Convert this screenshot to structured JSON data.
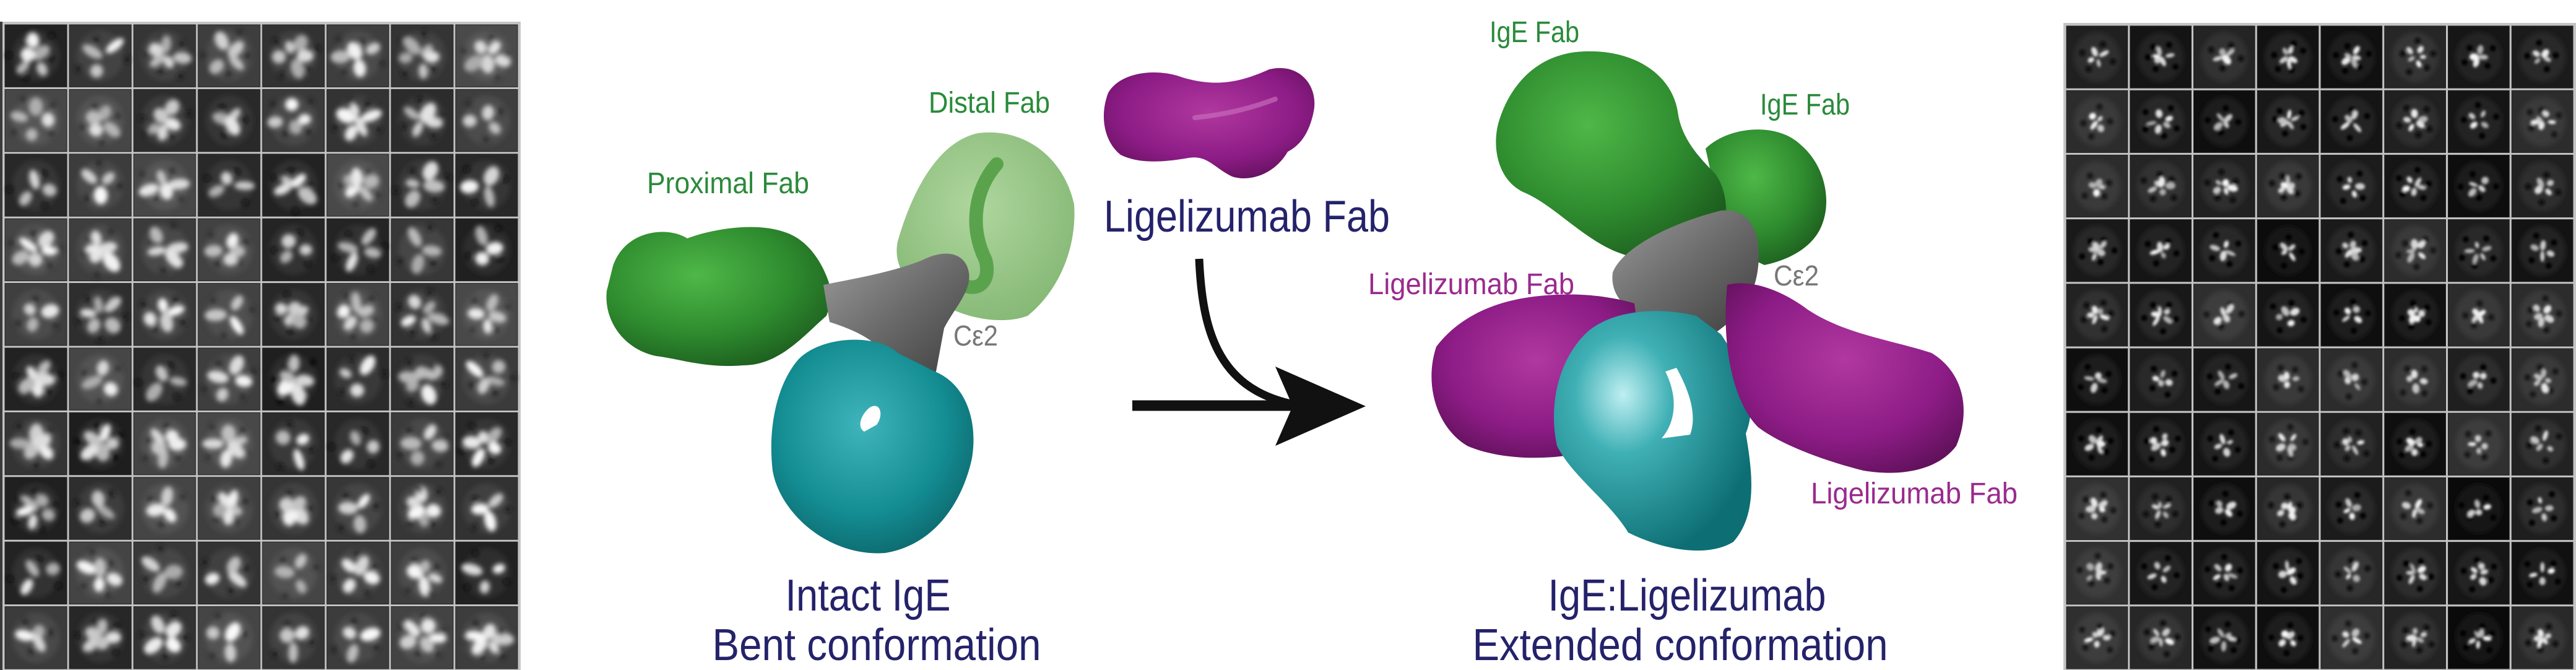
{
  "colors": {
    "fab_green": "#2e8b2e",
    "distal_green": "#8fc27e",
    "label_green": "#2a8a3a",
    "ligelizumab_purple": "#8d1c86",
    "label_magenta": "#9a2a8e",
    "ce2_gray": "#6e6e6e",
    "fc_teal": "#138c92",
    "title_navy": "#25226b",
    "arrow": "#111111"
  },
  "grids": {
    "left": {
      "rows": 10,
      "cols": 8
    },
    "right": {
      "rows": 10,
      "cols": 8
    }
  },
  "intact": {
    "proximal_fab": "Proximal Fab",
    "distal_fab": "Distal Fab",
    "ce2": "Cε2",
    "title_line1": "Intact IgE",
    "title_line2": "Bent conformation"
  },
  "ligand": {
    "label": "Ligelizumab Fab"
  },
  "complex": {
    "ige_fab_1": "IgE Fab",
    "ige_fab_2": "IgE Fab",
    "lig_fab_left": "Ligelizumab Fab",
    "lig_fab_right": "Ligelizumab Fab",
    "ce2": "Cε2",
    "title_line1": "IgE:Ligelizumab",
    "title_line2": "Extended conformation"
  }
}
